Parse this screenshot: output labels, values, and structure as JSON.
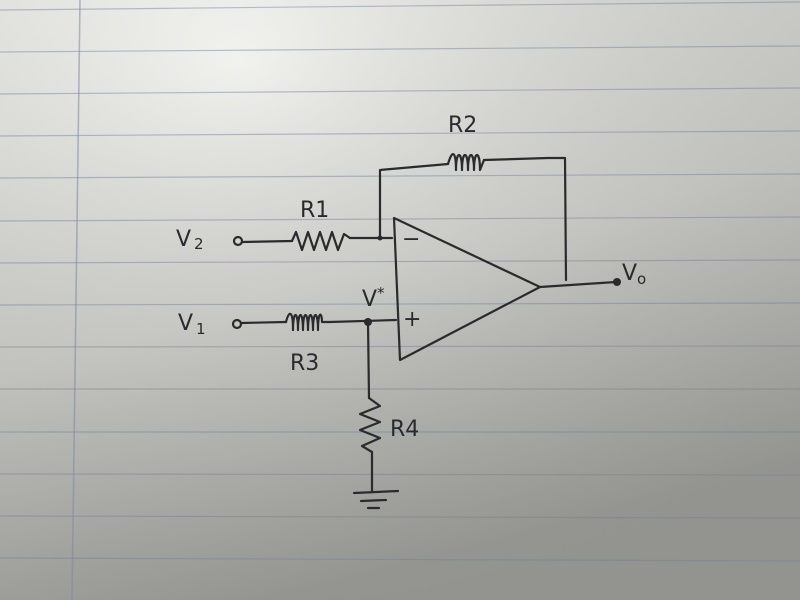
{
  "diagram": {
    "title": "Op-amp difference amplifier (hand-drawn)",
    "resistors": {
      "r1": "R1",
      "r2": "R2",
      "r3": "R3",
      "r4": "R4"
    },
    "inputs": {
      "v2": {
        "main": "V",
        "sub": "2"
      },
      "v1": {
        "main": "V",
        "sub": "1"
      }
    },
    "output": {
      "main": "V",
      "sub": "o"
    },
    "node": {
      "main": "V",
      "sup": "*"
    },
    "opamp": {
      "inverting": "−",
      "noninverting": "+"
    }
  },
  "colors": {
    "paper_top": "#f2f2ee",
    "paper_bottom": "#a9aaa5",
    "ink": "#2b2b2e",
    "rule_line": "#6e7fa0",
    "margin_line": "#7d8aa5"
  }
}
